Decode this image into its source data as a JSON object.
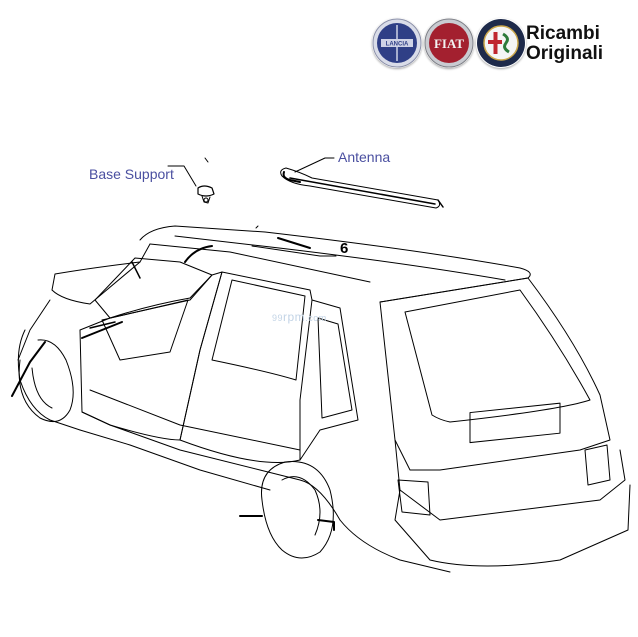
{
  "brand": {
    "title_line1": "Ricambi",
    "title_line2": "Originali",
    "logos": [
      {
        "name": "lancia-logo",
        "color": "#2f3f86"
      },
      {
        "name": "fiat-logo",
        "color": "#a3202f"
      },
      {
        "name": "alfa-romeo-logo",
        "color": "#1e2a4a"
      }
    ]
  },
  "diagram": {
    "labels": {
      "antenna": "Antenna",
      "base_support": "Base Support",
      "callout_number": "6"
    },
    "watermark": {
      "prefix": "99",
      "main": "rpm",
      "suffix": ".com"
    },
    "colors": {
      "line": "#000000",
      "label": "#4a4fa0",
      "watermark": "#c3d4e6"
    }
  }
}
